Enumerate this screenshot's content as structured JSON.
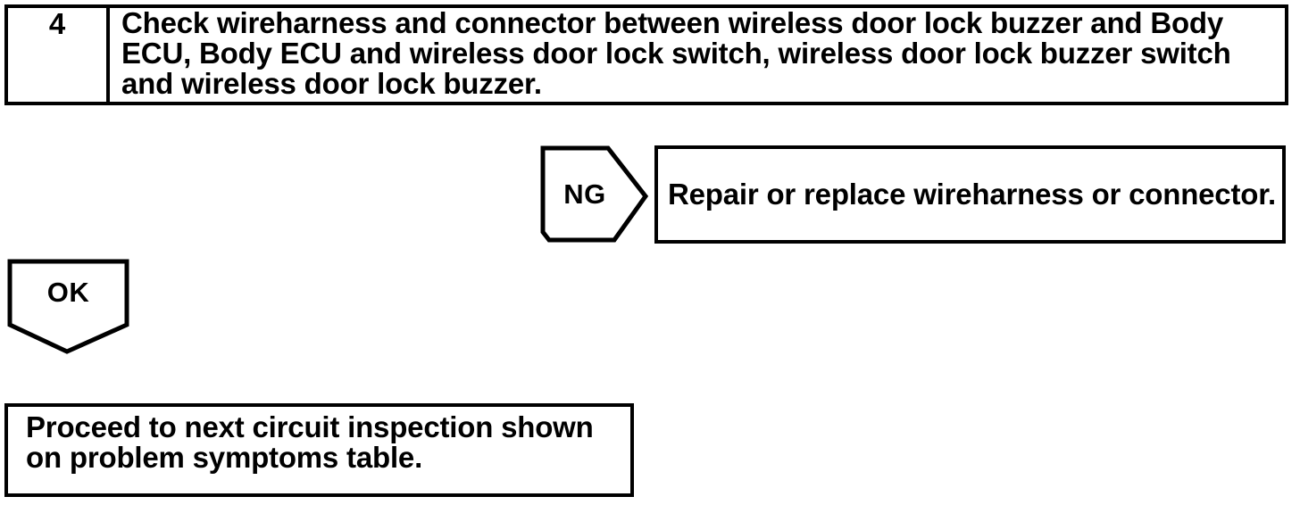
{
  "colors": {
    "ink": "#000000",
    "paper": "#ffffff"
  },
  "flowchart": {
    "step": {
      "number": "4",
      "instruction": "Check wireharness and connector between wireless door lock buzzer and Body ECU, Body ECU and wireless door lock switch, wireless door lock buzzer switch and wireless door lock buzzer."
    },
    "ng_branch": {
      "label": "NG",
      "action": "Repair or replace wireharness or connector."
    },
    "ok_branch": {
      "label": "OK",
      "action": "Proceed to next circuit inspection shown on problem symptoms table."
    }
  }
}
